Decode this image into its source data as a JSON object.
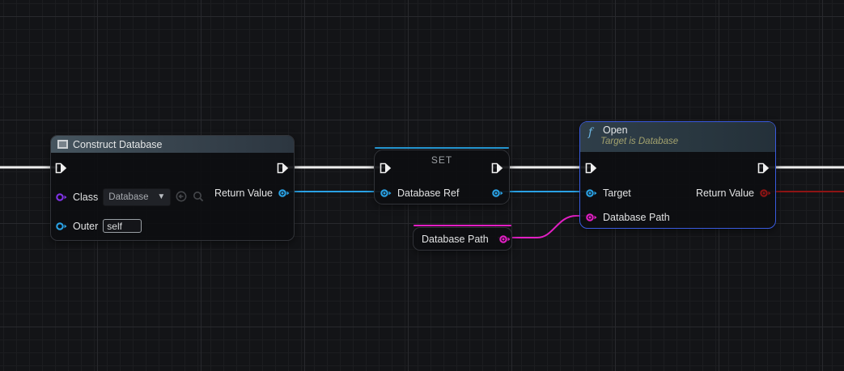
{
  "graph": {
    "colors": {
      "background": "#131417",
      "grid_minor": "#1c1d20",
      "grid_major": "#28292d",
      "exec_wire_white": "#efefef",
      "object_pin_blue": "#2aa2e5",
      "class_pin_purple": "#8133e8",
      "string_pin_magenta": "#e21fc4",
      "return_pin_dark_red": "#8e1414",
      "open_node_border_blue": "#3a5be0",
      "set_topline_blue": "#2596d1",
      "construct_header_slate": "#46555f",
      "open_subtitle_olive": "#a3a26e"
    },
    "nodes": {
      "construct": {
        "title": "Construct Database",
        "header_icon": "construct-class-icon",
        "class_label": "Class",
        "class_value": "Database",
        "class_dropdown_icon": "chevron-down-icon",
        "use_asset_icon": "use-selected-asset-icon",
        "browse_icon": "browse-asset-icon",
        "outer_label": "Outer",
        "outer_value": "self",
        "return_label": "Return Value"
      },
      "setter": {
        "title": "SET",
        "pin_label": "Database Ref"
      },
      "getter": {
        "label": "Database Path"
      },
      "open": {
        "icon": "function-icon",
        "icon_glyph": "f",
        "title": "Open",
        "subtitle": "Target is Database",
        "target_label": "Target",
        "path_label": "Database Path",
        "return_label": "Return Value"
      }
    }
  }
}
